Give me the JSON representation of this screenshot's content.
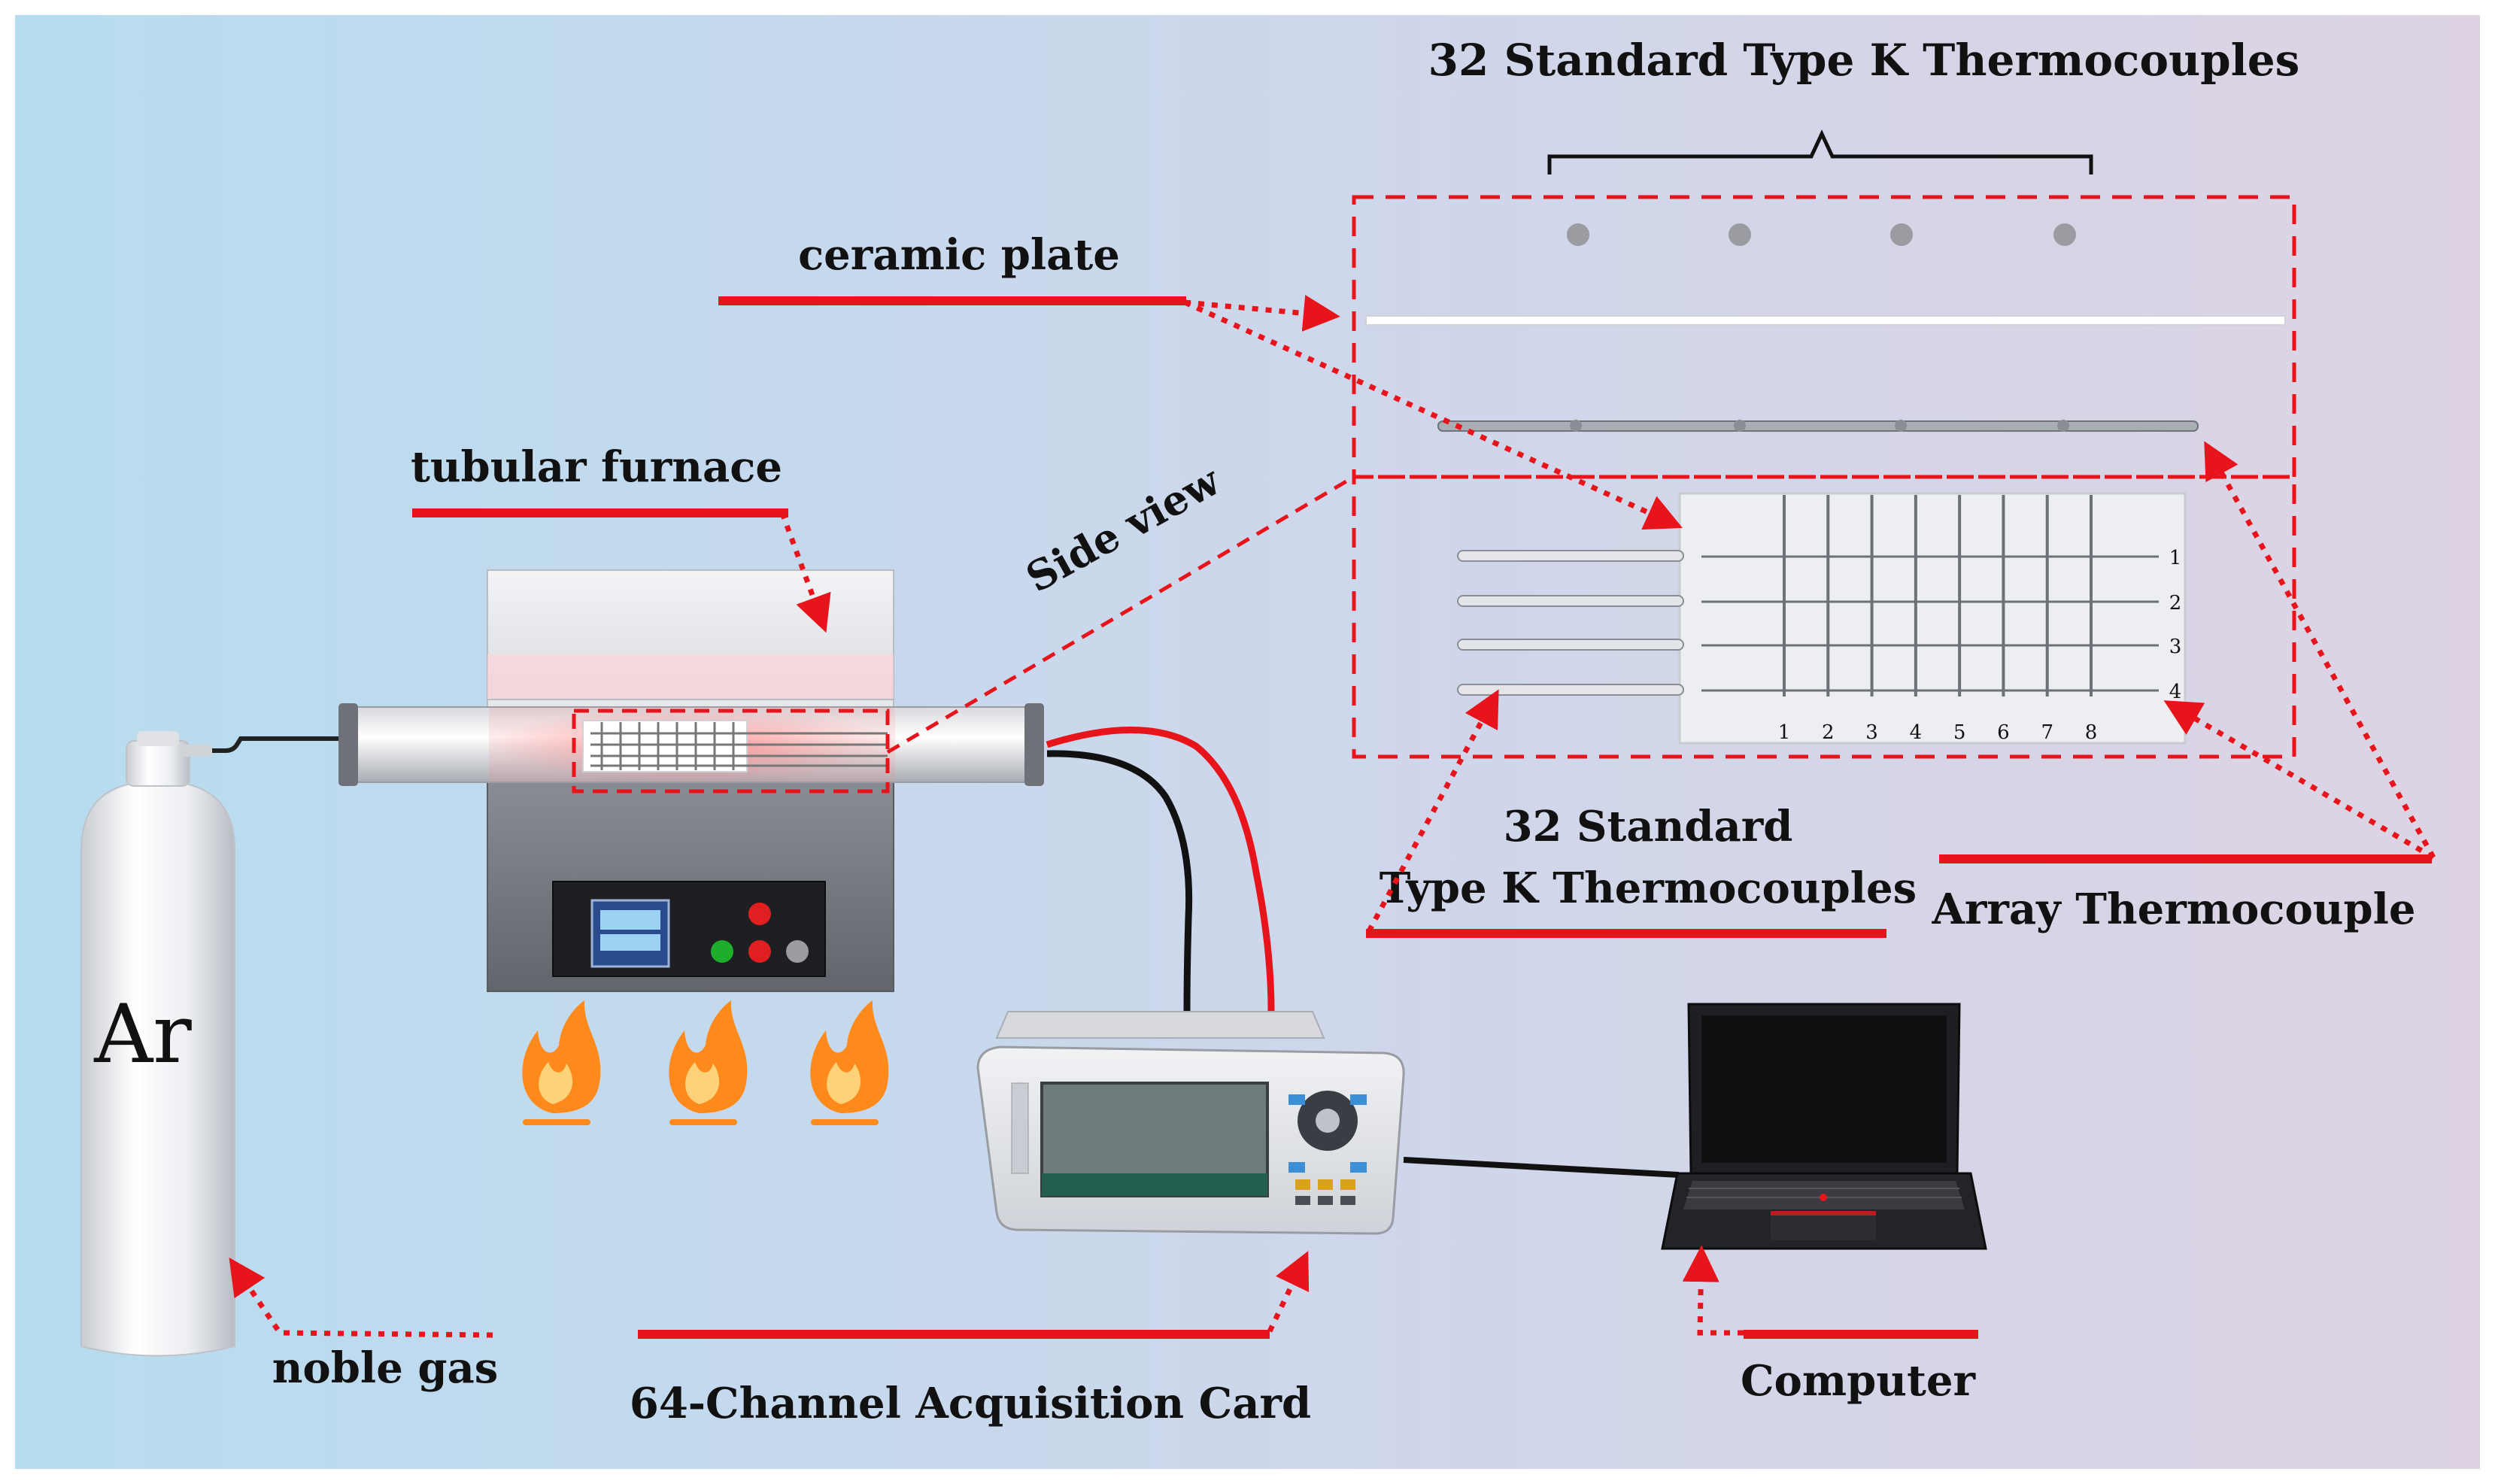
{
  "labels": {
    "top_thermocouples": "32 Standard Type K Thermocouples",
    "ceramic_plate": "ceramic plate",
    "tubular_furnace": "tubular furnace",
    "side_view": "Side view",
    "standard_line1": "32 Standard",
    "standard_line2": "Type K Thermocouples",
    "array_thermocouple": "Array Thermocouple",
    "argon": "Ar",
    "noble_gas": "noble gas",
    "acquisition_card": "64-Channel Acquisition Card",
    "computer": "Computer"
  },
  "grid": {
    "rows": [
      "1",
      "2",
      "3",
      "4"
    ],
    "cols": [
      "1",
      "2",
      "3",
      "4",
      "5",
      "6",
      "7",
      "8"
    ]
  },
  "colors": {
    "accent": "#e8141b",
    "bg_left": "#b7dcef",
    "bg_right": "#ddd3e3"
  }
}
